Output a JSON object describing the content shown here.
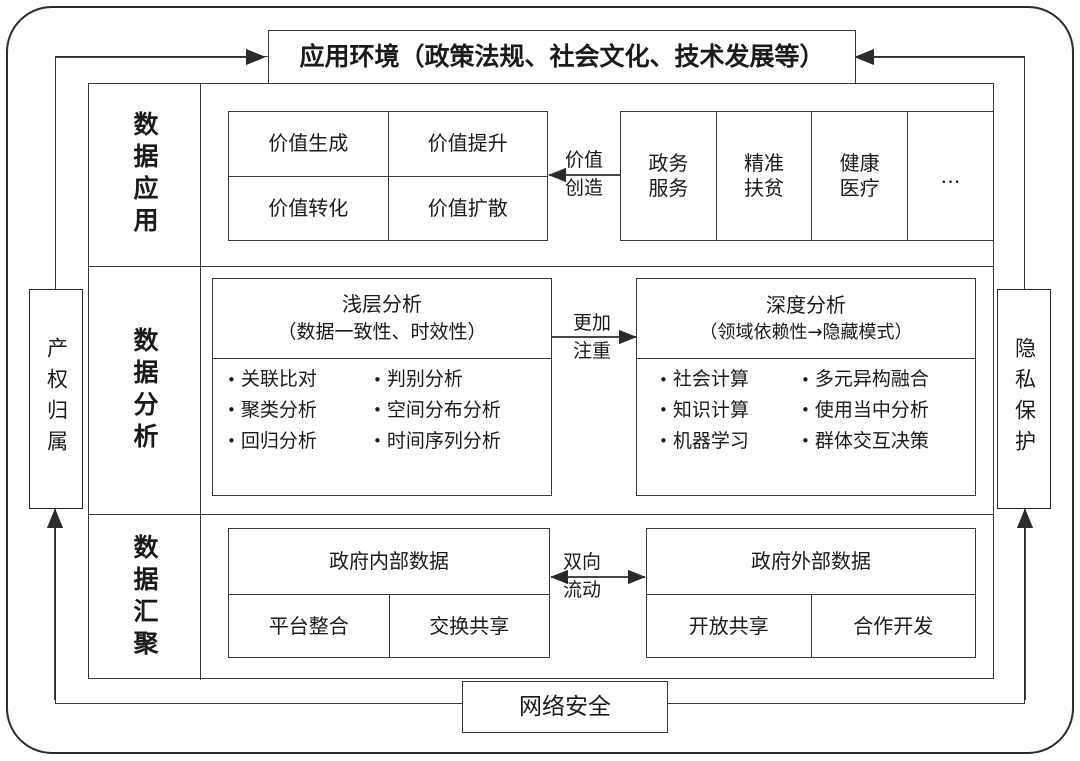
{
  "diagram": {
    "title_box": "应用环境（政策法规、社会文化、技术发展等）",
    "bottom_box": "网络安全",
    "left_pillar": "产权归属",
    "right_pillar": "隐私保护",
    "rows": [
      {
        "label": "数据应用"
      },
      {
        "label": "数据分析"
      },
      {
        "label": "数据汇聚"
      }
    ],
    "application": {
      "value_matrix": [
        [
          "价值生成",
          "价值提升"
        ],
        [
          "价值转化",
          "价值扩散"
        ]
      ],
      "connector_label": [
        "价值",
        "创造"
      ],
      "scenarios": [
        "政务\n服务",
        "精准\n扶贫",
        "健康\n医疗",
        "…"
      ],
      "scenario_lines": [
        [
          "政务",
          "服务"
        ],
        [
          "精准",
          "扶贫"
        ],
        [
          "健康",
          "医疗"
        ],
        [
          "…",
          ""
        ]
      ]
    },
    "analysis": {
      "shallow": {
        "title": "浅层分析",
        "subtitle": "（数据一致性、时效性）",
        "items": [
          "关联比对",
          "判别分析",
          "聚类分析",
          "空间分布分析",
          "回归分析",
          "时间序列分析"
        ]
      },
      "deep": {
        "title": "深度分析",
        "subtitle": "（领域依赖性→隐藏模式）",
        "items": [
          "社会计算",
          "多元异构融合",
          "知识计算",
          "使用当中分析",
          "机器学习",
          "群体交互决策"
        ]
      },
      "connector_label": [
        "更加",
        "注重"
      ]
    },
    "aggregation": {
      "internal": {
        "title": "政府内部数据",
        "subitems": [
          "平台整合",
          "交换共享"
        ]
      },
      "external": {
        "title": "政府外部数据",
        "subitems": [
          "开放共享",
          "合作开发"
        ]
      },
      "connector_label": [
        "双向",
        "流动"
      ]
    },
    "colors": {
      "line": "#3a3a3a",
      "frame": "#2b2b2b",
      "background": "#ffffff"
    }
  }
}
